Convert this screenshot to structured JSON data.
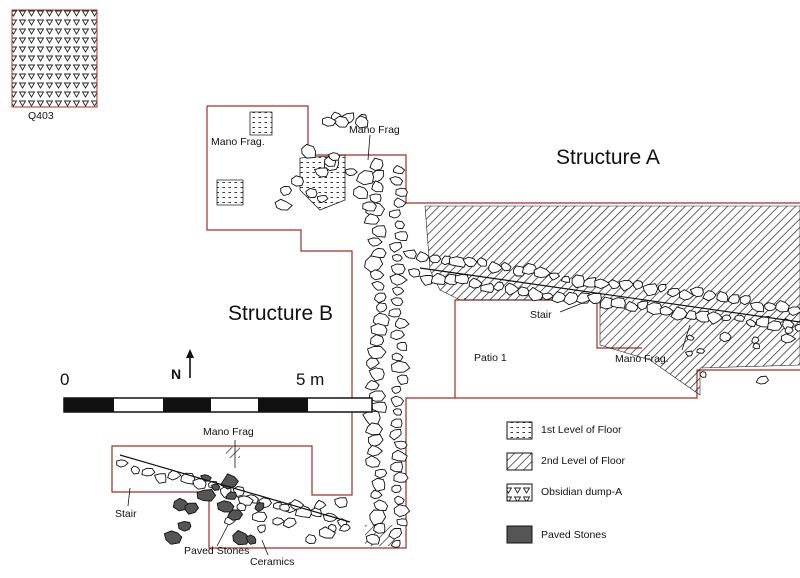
{
  "map": {
    "structures": {
      "a": "Structure A",
      "b": "Structure B"
    },
    "labels": {
      "quadrant": "Q403",
      "mano_frag_top_left": "Mano Frag.",
      "mano_frag_top": "Mano Frag",
      "stair_a": "Stair",
      "patio": "Patio 1",
      "mano_frag_a": "Mano Frag.",
      "mano_frag_bottom": "Mano Frag",
      "stair_b": "Stair",
      "paved_stones": "Paved Stones",
      "ceramics": "Ceramics"
    },
    "north": "N",
    "scale": {
      "start": "0",
      "end": "5 m"
    },
    "legend": [
      {
        "label": "1st Level of Floor",
        "pattern": "dots"
      },
      {
        "label": "2nd Level of Floor",
        "pattern": "hatch"
      },
      {
        "label": "Obsidian dump-A",
        "pattern": "triangles"
      },
      {
        "label": "Paved Stones",
        "pattern": "solid"
      }
    ],
    "colors": {
      "outline": "#a03020",
      "ink": "#111111",
      "paved": "#555555"
    }
  }
}
